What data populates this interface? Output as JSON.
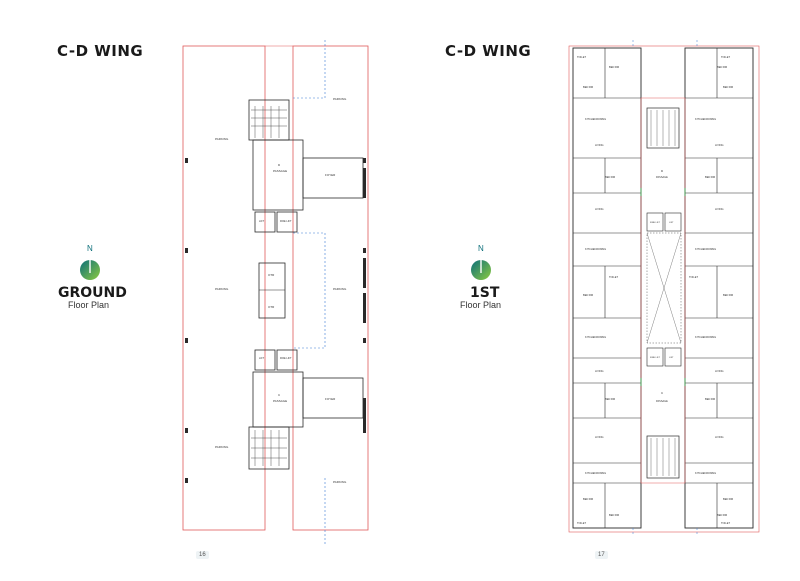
{
  "pages": [
    {
      "wing_title": "C-D WING",
      "compass_letter": "N",
      "floor_name": "GROUND",
      "floor_sub": "Floor Plan",
      "page_number": "16",
      "labels": {
        "parking": "PARKING",
        "passage_d": "PASSAGE",
        "foyer": "FOYER",
        "lift": "LIFT",
        "fire_lift": "FIRE LIFT",
        "passage_c": "PASSAGE",
        "wing_d": "D",
        "wing_c": "C",
        "otr": "OTR"
      }
    },
    {
      "wing_title": "C-D WING",
      "compass_letter": "N",
      "floor_name": "1ST",
      "floor_sub": "Floor Plan",
      "page_number": "17",
      "labels": {
        "bed_rm": "BED RM",
        "toilet": "TOILET",
        "living": "LIVING",
        "kitchen_dining": "KITCHEN/DINING",
        "passage": "PASSAGE",
        "lift": "LIFT",
        "fire_lift": "FIRE LIFT",
        "wing_d": "D",
        "wing_c": "C"
      }
    }
  ],
  "colors": {
    "wall": "#2a2a2a",
    "outline": "#e05a5a",
    "dashed": "#3a7bd5",
    "door": "#2fa84f",
    "compass_dark": "#0c6f7a",
    "compass_light": "#8ccb3f"
  }
}
